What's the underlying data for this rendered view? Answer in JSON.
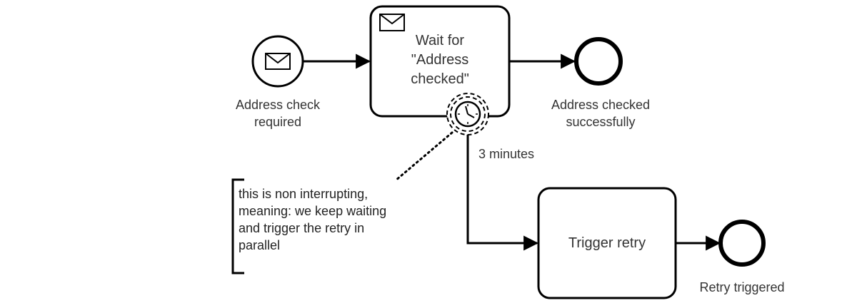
{
  "diagram": {
    "start_event": {
      "label": "Address check\nrequired",
      "icon": "envelope-icon"
    },
    "wait_task": {
      "label": "Wait for\n\"Address\nchecked\"",
      "icon": "envelope-icon"
    },
    "timer_boundary": {
      "label": "3 minutes",
      "icon": "clock-icon",
      "interrupting": false
    },
    "end_event_success": {
      "label": "Address checked\nsuccessfully"
    },
    "retry_task": {
      "label": "Trigger retry"
    },
    "end_event_retry": {
      "label": "Retry triggered"
    },
    "annotation": {
      "text": "this is non interrupting,\nmeaning: we keep waiting\nand trigger the retry in\nparallel"
    }
  },
  "colors": {
    "stroke": "#000000",
    "text": "#333333",
    "background": "#ffffff"
  }
}
